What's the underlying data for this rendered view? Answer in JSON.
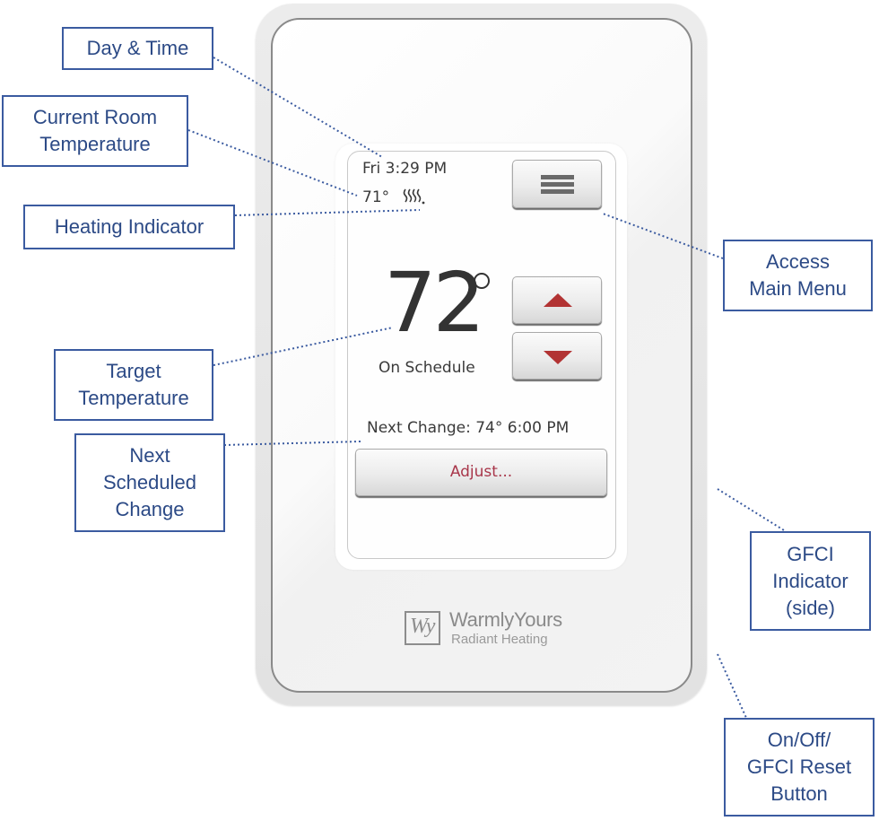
{
  "device": {
    "brand": "WarmlyYours",
    "brand_sub": "Radiant Heating",
    "brand_monogram": "Wy",
    "screen": {
      "day_time": "Fri 3:29 PM",
      "room_temp": "71°",
      "heating_icon": "heating-waves-icon",
      "target_temp": "72",
      "target_status": "On Schedule",
      "next_change": "Next Change: 74°  6:00 PM",
      "adjust_label": "Adjust...",
      "menu_icon": "hamburger-menu-icon",
      "up_icon": "triangle-up-icon",
      "down_icon": "triangle-down-icon"
    },
    "colors": {
      "callout_border": "#3b5ba0",
      "callout_text": "#2c4a86",
      "arrow_red": "#b23333",
      "adjust_text": "#a8364a"
    }
  },
  "callouts": {
    "day_time": {
      "lines": [
        "Day & Time"
      ]
    },
    "room_temp": {
      "lines": [
        "Current Room",
        "Temperature"
      ]
    },
    "heating": {
      "lines": [
        "Heating Indicator"
      ]
    },
    "target": {
      "lines": [
        "Target",
        "Temperature"
      ]
    },
    "next_change": {
      "lines": [
        "Next",
        "Scheduled",
        "Change"
      ]
    },
    "menu": {
      "lines": [
        "Access",
        "Main Menu"
      ]
    },
    "gfci": {
      "lines": [
        "GFCI",
        "Indicator",
        "(side)"
      ]
    },
    "reset": {
      "lines": [
        "On/Off/",
        "GFCI Reset",
        "Button"
      ]
    }
  }
}
